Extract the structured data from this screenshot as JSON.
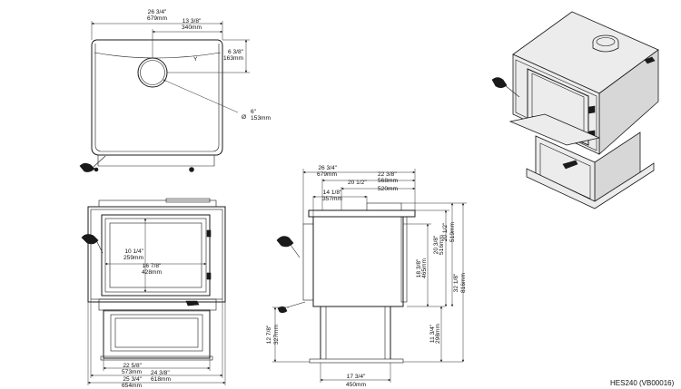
{
  "top_view": {
    "overall_width_in": "26 3/4\"",
    "overall_width_mm": "679mm",
    "center_in": "13 3/8\"",
    "center_mm": "340mm",
    "flue_offset_in": "6 3/8\"",
    "flue_offset_mm": "163mm",
    "flue_dia_in": "6\"",
    "flue_dia_mm": "153mm",
    "dia_symbol": "Ø",
    "y_marker": "Y"
  },
  "front_view": {
    "door_w_in": "16 7/8\"",
    "door_w_mm": "428mm",
    "door_h_in": "10 1/4\"",
    "door_h_mm": "259mm",
    "pedestal_in": "22 5/8\"",
    "pedestal_mm": "573mm",
    "body_in": "24 3/8\"",
    "body_mm": "618mm",
    "overall_in": "25 3/4\"",
    "overall_mm": "654mm"
  },
  "side_view": {
    "depth_in": "26 3/4\"",
    "depth_mm": "679mm",
    "d2_in": "22 3/8\"",
    "d2_mm": "568mm",
    "d3_in": "20 1/2\"",
    "d3_mm": "520mm",
    "d4_in": "14 1/8\"",
    "d4_mm": "357mm",
    "base_in": "17 3/4\"",
    "base_mm": "450mm",
    "h_handle_in": "12 7/8\"",
    "h_handle_mm": "327mm",
    "h_ped_in": "11 3/4\"",
    "h_ped_mm": "298mm",
    "h_body_in": "18 3/8\"",
    "h_body_mm": "465mm",
    "h_flue_in": "20 3/8\"",
    "h_flue_mm": "516mm",
    "h_top_in": "20 1/2\"",
    "h_top_mm": "519mm",
    "h_total_in": "32 1/8\"",
    "h_total_mm": "816mm"
  },
  "model_label": "HES240 (VB00016)"
}
